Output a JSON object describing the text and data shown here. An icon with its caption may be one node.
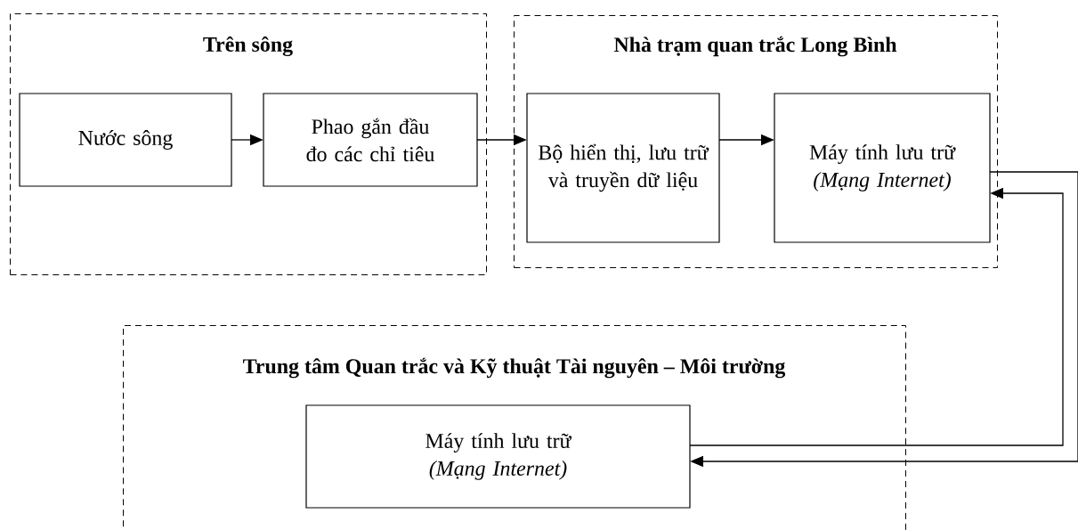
{
  "diagram": {
    "nodes": [
      {
        "text": [
          "Trên sông"
        ]
      },
      {
        "text": [
          "Nước sông"
        ],
        "in": 0
      },
      {
        "text": [
          "Phao gắn đầu đo các chỉ tiêu"
        ],
        "in": 0
      },
      {
        "text": [
          "Nhà trạm quan trắc Long Bình"
        ]
      },
      {
        "text": [
          "Bộ hiển thị, lưu trữ và truyền dữ liệu"
        ],
        "in": 3
      },
      {
        "text": [
          "Máy tính lưu trữ *(Mạng Internet)*"
        ],
        "in": 3
      },
      {
        "text": [
          "Trung tâm Quan trắc và Kỹ thuật Tài nguyên – Môi trường"
        ]
      },
      {
        "text": [
          "Máy tính lưu trữ *(Mạng Internet)*"
        ],
        "in": 6
      }
    ],
    "edges": [
      {
        "from": 1,
        "to": 2,
        "arrow": "to"
      },
      {
        "from": 2,
        "to": 4,
        "arrow": "to"
      },
      {
        "from": 4,
        "to": 5,
        "arrow": "to"
      },
      {
        "from": 5,
        "to": 7,
        "arrow": "to"
      },
      {
        "from": 7,
        "to": 5,
        "arrow": "to"
      }
    ]
  }
}
